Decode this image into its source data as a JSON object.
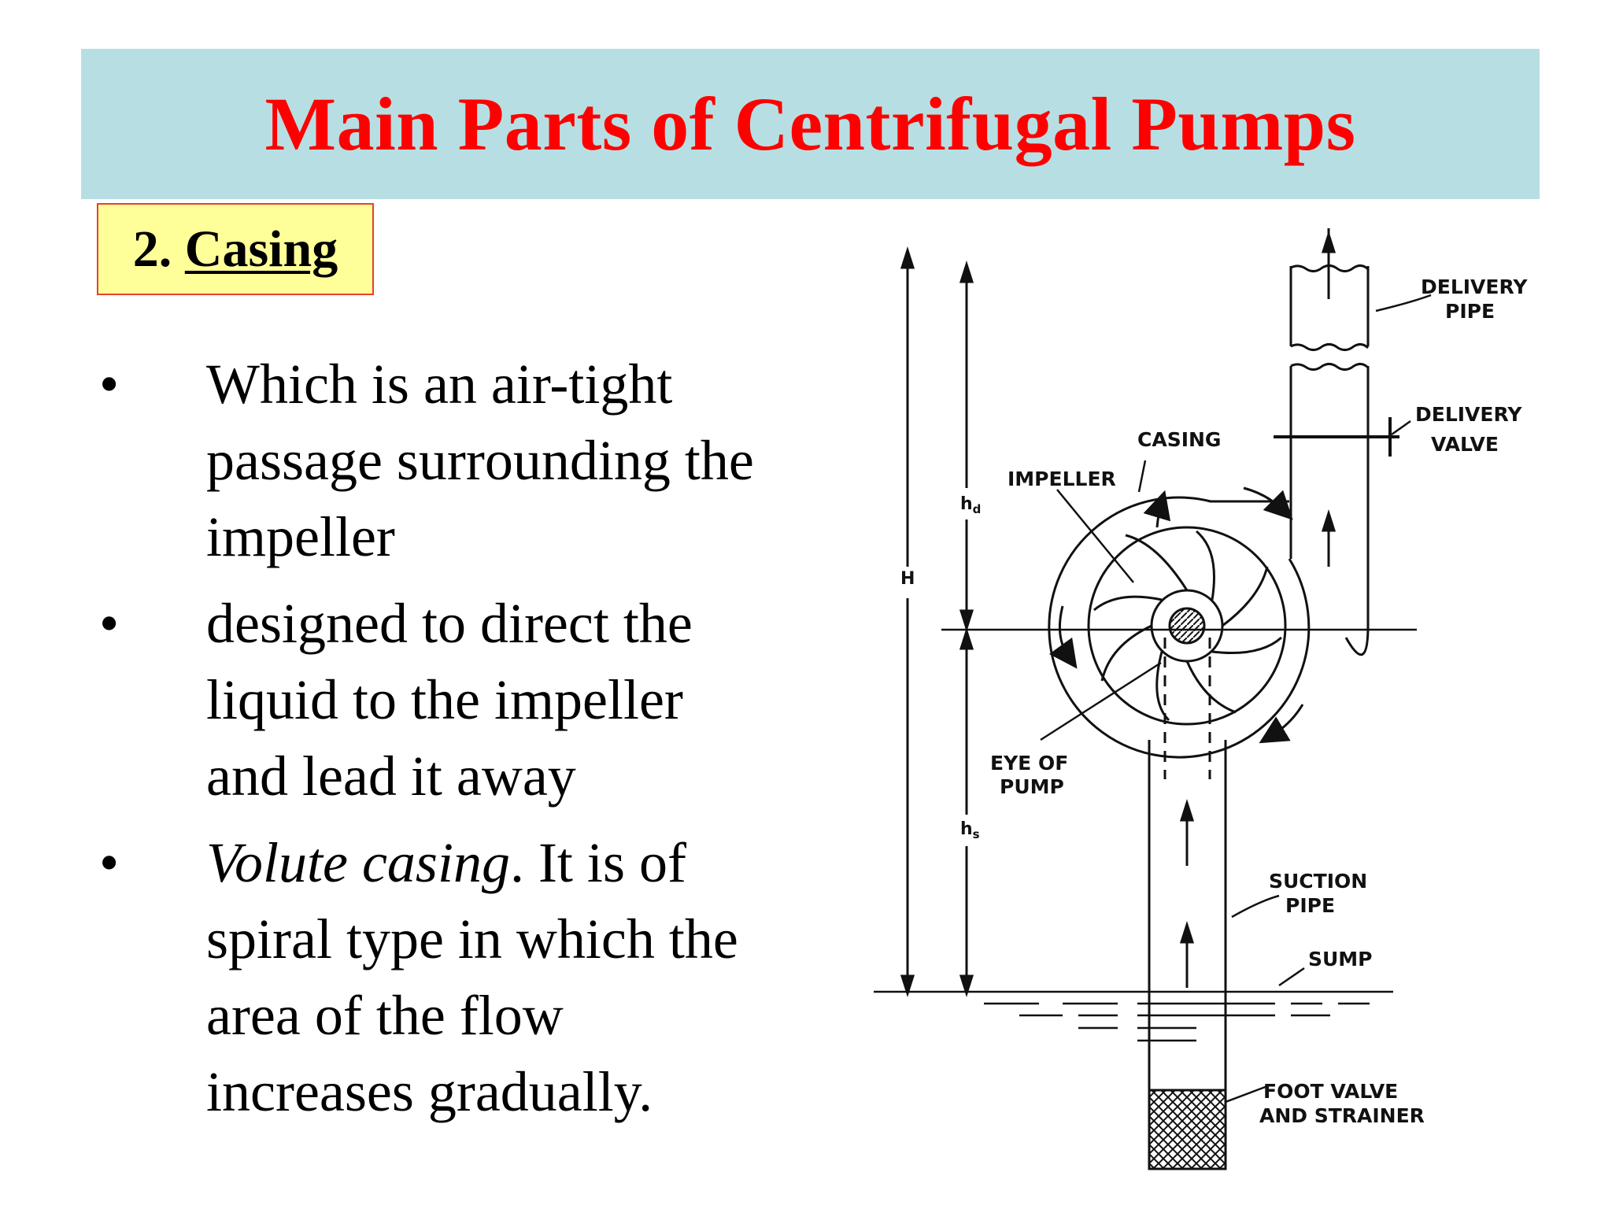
{
  "title": "Main Parts of Centrifugal Pumps",
  "section": {
    "number": "2.",
    "heading": "Casing"
  },
  "bullets": [
    {
      "text": "Which is an air-tight passage surrounding the impeller",
      "lines": [
        "Which is an air-tight",
        "passage surrounding the",
        "impeller"
      ]
    },
    {
      "text": "designed to direct the liquid to the impeller and lead it away",
      "lines": [
        "designed to direct the",
        "liquid to the impeller",
        "and lead it away"
      ]
    },
    {
      "text": "Volute casing. It is of spiral type in which the area of the flow increases gradually.",
      "italic_part": "Volute casing",
      "lines": [
        ". It is of",
        "spiral type in which the",
        "area of the flow",
        "increases gradually."
      ]
    }
  ],
  "diagram": {
    "labels": {
      "delivery_pipe": [
        "DELIVERY",
        "PIPE"
      ],
      "delivery_valve": [
        "DELIVERY",
        "VALVE"
      ],
      "casing": "CASING",
      "impeller": "IMPELLER",
      "eye_of_pump": [
        "EYE OF",
        "PUMP"
      ],
      "suction_pipe": [
        "SUCTION",
        "PIPE"
      ],
      "sump": "SUMP",
      "foot_valve": [
        "FOOT VALVE",
        "AND STRAINER"
      ],
      "h_total": "H",
      "h_d": "h",
      "h_d_sub": "d",
      "h_s": "h",
      "h_s_sub": "s"
    }
  }
}
